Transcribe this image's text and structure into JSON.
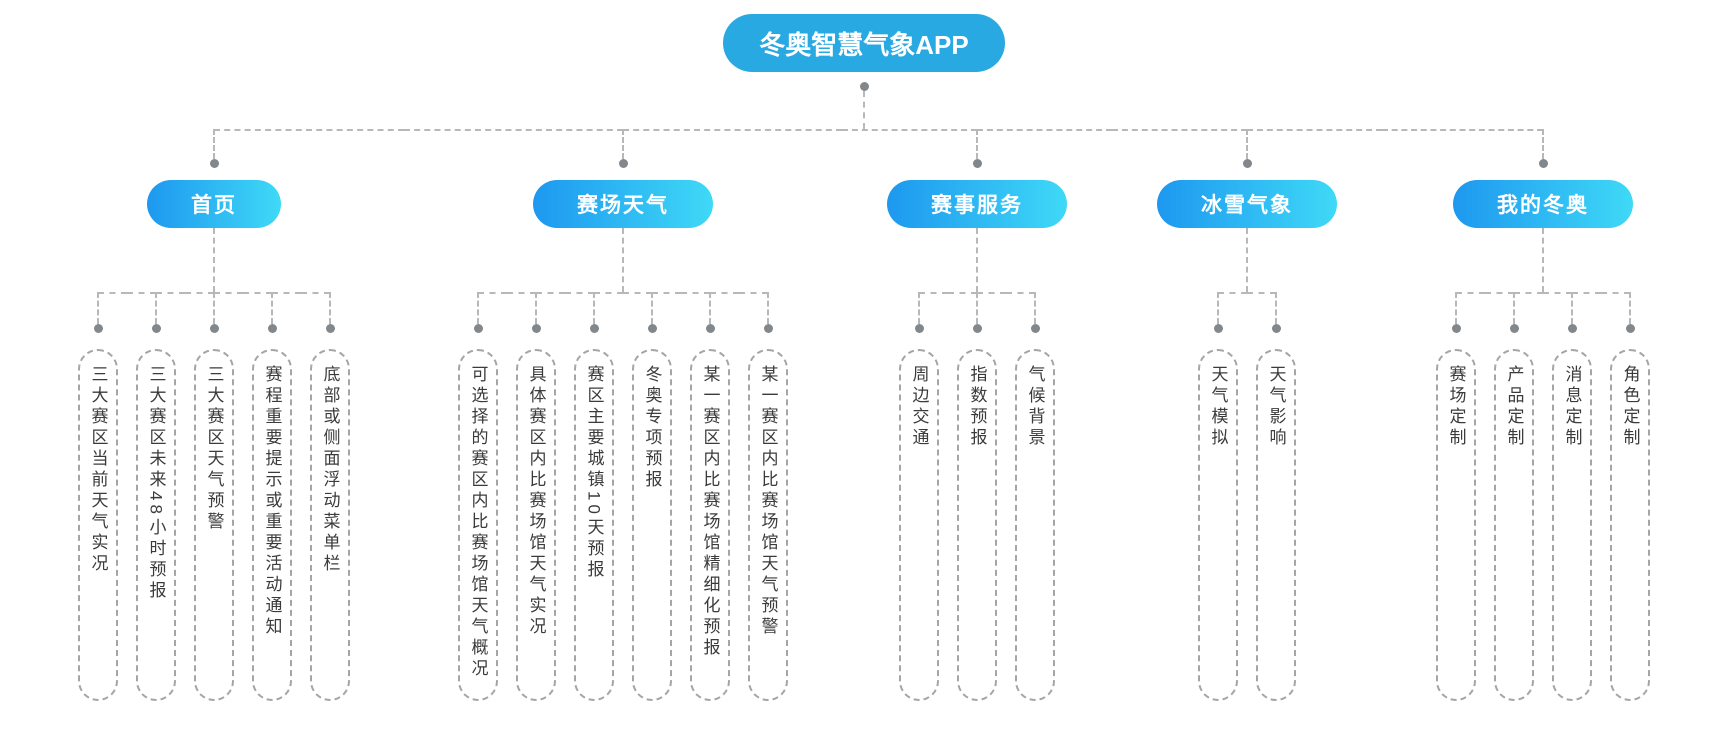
{
  "root": {
    "label": "冬奥智慧气象APP"
  },
  "branches": [
    {
      "label": "首页",
      "children": [
        "三大赛区当前天气实况",
        "三大赛区未来48小时预报",
        "三大赛区天气预警",
        "赛程重要提示或重要活动通知",
        "底部或侧面浮动菜单栏"
      ]
    },
    {
      "label": "赛场天气",
      "children": [
        "可选择的赛区内比赛场馆天气概况",
        "具体赛区内比赛场馆天气实况",
        "赛区主要城镇10天预报",
        "冬奥专项预报",
        "某一赛区内比赛场馆精细化预报",
        "某一赛区内比赛场馆天气预警"
      ]
    },
    {
      "label": "赛事服务",
      "children": [
        "周边交通",
        "指数预报",
        "气候背景"
      ]
    },
    {
      "label": "冰雪气象",
      "children": [
        "天气模拟",
        "天气影响"
      ]
    },
    {
      "label": "我的冬奥",
      "children": [
        "赛场定制",
        "产品定制",
        "消息定制",
        "角色定制"
      ]
    }
  ],
  "theme": {
    "accent": "#29a9e1",
    "grad-start": "#1d98ef",
    "grad-end": "#3fd9f7",
    "line": "#b8b8b8",
    "dot": "#82878c",
    "leaf-border": "#a5a5a5",
    "leaf-text": "#3b3b3b"
  }
}
